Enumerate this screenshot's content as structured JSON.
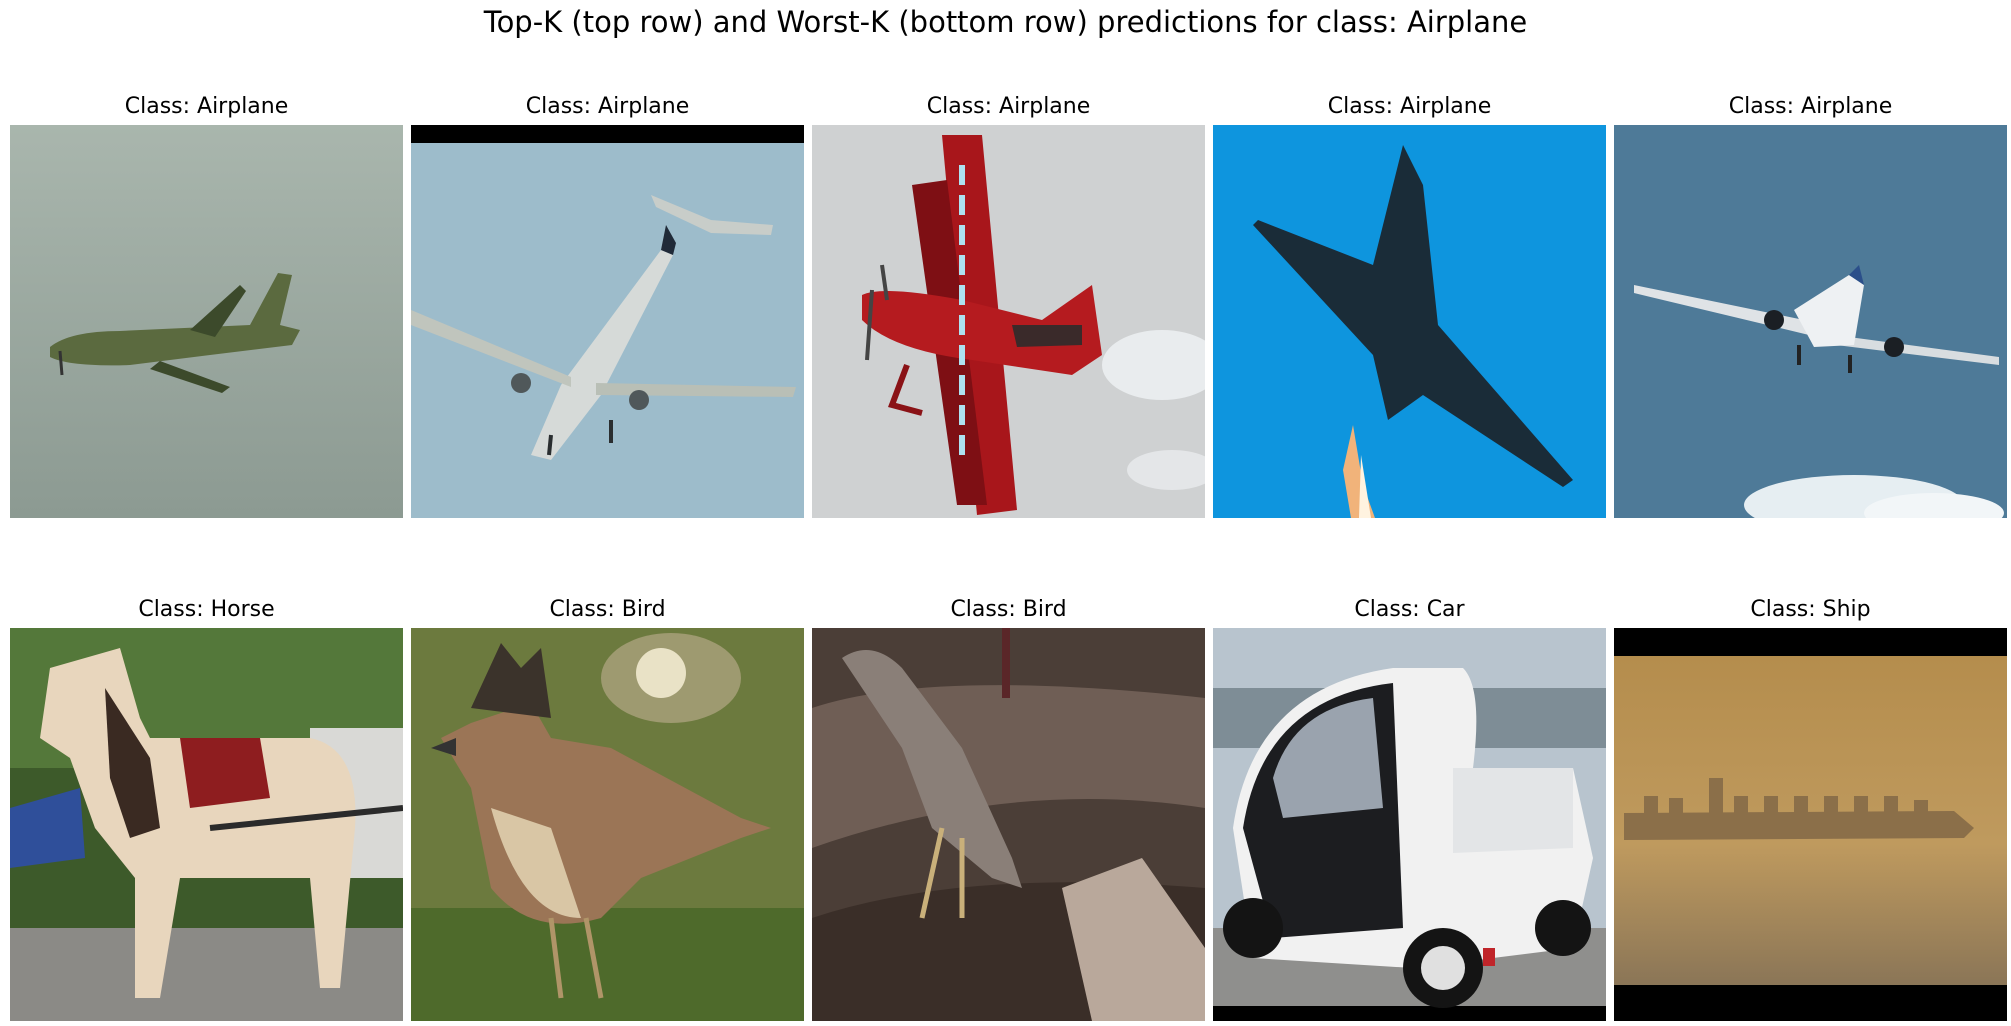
{
  "figure": {
    "title": "Top-K (top row) and Worst-K (bottom row) predictions for class: Airplane"
  },
  "top_row": [
    {
      "label": "Class: Airplane",
      "image": "airplane-cargo-jet-on-grey-sky"
    },
    {
      "label": "Class: Airplane",
      "image": "airplane-twin-prop-on-blue-sky"
    },
    {
      "label": "Class: Airplane",
      "image": "airplane-red-oracle-biplane"
    },
    {
      "label": "Class: Airplane",
      "image": "airplane-fighter-jet-on-blue-sky"
    },
    {
      "label": "Class: Airplane",
      "image": "airplane-airliner-landing"
    }
  ],
  "bottom_row": [
    {
      "label": "Class: Horse",
      "image": "horse-with-carriage-harness"
    },
    {
      "label": "Class: Bird",
      "image": "sparrow-in-grass"
    },
    {
      "label": "Class: Bird",
      "image": "heron-on-rocks"
    },
    {
      "label": "Class: Car",
      "image": "small-white-electric-car"
    },
    {
      "label": "Class: Ship",
      "image": "cargo-ship-on-hazy-sea"
    }
  ]
}
